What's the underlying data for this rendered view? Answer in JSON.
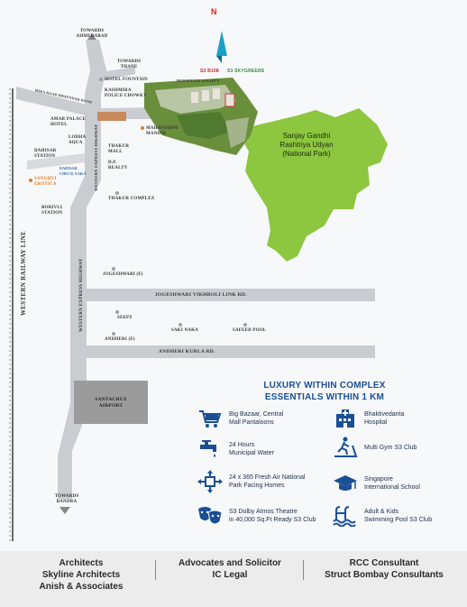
{
  "map": {
    "compass": "N",
    "brand_left": "S3 B108",
    "brand_right": "S3 SKYGREENS",
    "labels": {
      "towards_ahmedabad": "TOWARDS\nAHMEDABAD",
      "towards_thane": "TOWARDS\nTHANE",
      "hotel_fountain": "HOTEL FOUNTAIN",
      "kashmira": "KASHMIRA\nPOLICE CHOWKY",
      "hermitage": "HERMITAGE SOCIETY",
      "mira_road": "MIRA ROAD BHAYNDAR ROAD",
      "amar_palace": "AMAR PALACE\nHOTEL",
      "mahavishnu": "MAHAVISHNU\nMANDIR",
      "lodha_aqua": "LODHA\nAQUA",
      "thakur_mall": "THAKUR\nMALL",
      "dahisar_station": "DAHISAR\nSTATION",
      "dahisar_check_naka": "DAHISAR\nCHECK NAKA",
      "dp_realty": "D.P.\nREALTY",
      "sanghvi": "SANGHVI\nEROTICA",
      "borivli_station": "BORIVLI\nSTATION",
      "thakur_complex": "THAKUR COMPLEX",
      "western_railway": "WESTERN RAILWAY LINE",
      "weh_top": "WESTERN EXPRESS HIGHWAY",
      "weh_bottom": "WESTERN EXPRESS HIGHWAY",
      "jogeshwari_e": "JOGESHWARI (E)",
      "jvlr": "JOGESHWARI VIKHROLI LINK RD.",
      "seepz": "SEEPZ",
      "saki_naka": "SAKI NAKA",
      "safeed_pool": "SAFEED POOL",
      "andheri_e": "ANDHERI (E)",
      "andheri_kurla": "ANDHERI KURLA RD.",
      "santacruz": "SANTACRUZ\nAIRPORT",
      "towards_bandra": "TOWARDS\nBANDRA",
      "national_park": "Sanjay Gandhi\nRashtriya Udyan\n(National Park)"
    }
  },
  "luxury": {
    "title_line1": "LUXURY WITHIN COMPLEX",
    "title_line2": "ESSENTIALS WITHIN 1 KM",
    "items": [
      {
        "icon": "shopping-cart-icon",
        "text": "Big Bazaar, Central\nMall Pantaloons"
      },
      {
        "icon": "hospital-icon",
        "text": "Bhaktivedanta\nHospital"
      },
      {
        "icon": "water-tap-icon",
        "text": "24 Hours\nMunicipal Water"
      },
      {
        "icon": "treadmill-icon",
        "text": "Multi Gym S3 Club"
      },
      {
        "icon": "fresh-air-icon",
        "text": "24 x 365 Fresh Air National\nPark Facing Homes"
      },
      {
        "icon": "graduation-cap-icon",
        "text": "Singapore\nInternational School"
      },
      {
        "icon": "theatre-masks-icon",
        "text": "S3 Dolby Atmos Theatre\nin 40,000 Sq.Ft Ready S3 Club"
      },
      {
        "icon": "swimming-pool-icon",
        "text": "Adult & Kids\nSwimming Pool S3 Club"
      }
    ]
  },
  "footer": {
    "col1_heading": "Architects",
    "col1_line1": "Skyline Architects",
    "col1_line2": "Anish & Associates",
    "col2_heading": "Advocates and Solicitor",
    "col2_line1": "IC Legal",
    "col3_heading": "RCC Consultant",
    "col3_line1": "Struct Bombay Consultants"
  },
  "colors": {
    "road": "#c9ccd1",
    "park": "#8dc63f",
    "airport": "#9b9b9b",
    "accent_blue": "#1a4f94",
    "sanghvi_orange": "#e37a1f"
  }
}
